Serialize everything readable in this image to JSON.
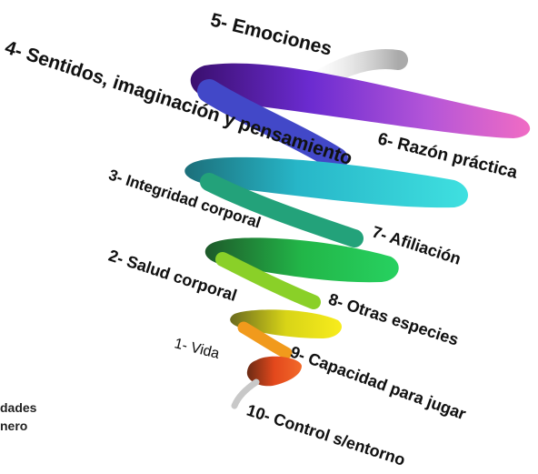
{
  "diagram": {
    "capabilities": [
      {
        "label": "1- Vida",
        "color": "#e8461e"
      },
      {
        "label": "2- Salud  corporal",
        "color": "#f2e418"
      },
      {
        "label": "3- Integridad corporal",
        "color": "#1fc44a"
      },
      {
        "label": "4- Sentidos, imaginación y pensamiento",
        "color": "#2ec9cf"
      },
      {
        "label": "5- Emociones",
        "color": "#7a2bd6"
      },
      {
        "label": "6- Razón práctica",
        "color": "#e04fb8"
      },
      {
        "label": "7- Afiliación",
        "color": "#2ec9cf"
      },
      {
        "label": "8- Otras especies",
        "color": "#1fc44a"
      },
      {
        "label": "9- Capacidad para jugar",
        "color": "#f2e418"
      },
      {
        "label": "10- Control  s/entorno",
        "color": "#e8461e"
      }
    ],
    "side_text": [
      "dades",
      "nero"
    ]
  }
}
